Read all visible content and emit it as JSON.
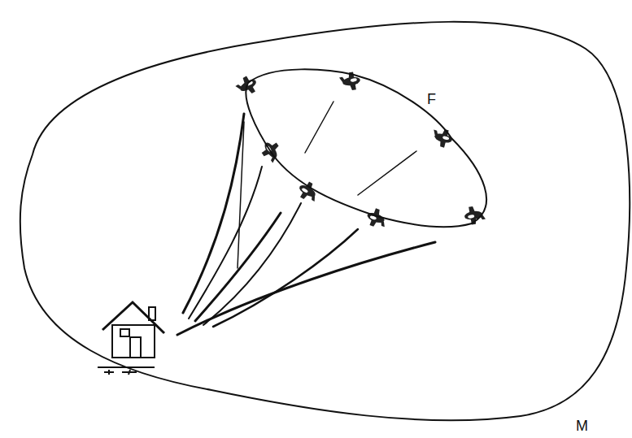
{
  "diagram": {
    "nodes": [
      {
        "text": [
          "M"
        ]
      },
      {
        "text": [
          "F"
        ],
        "in": 0
      }
    ]
  }
}
